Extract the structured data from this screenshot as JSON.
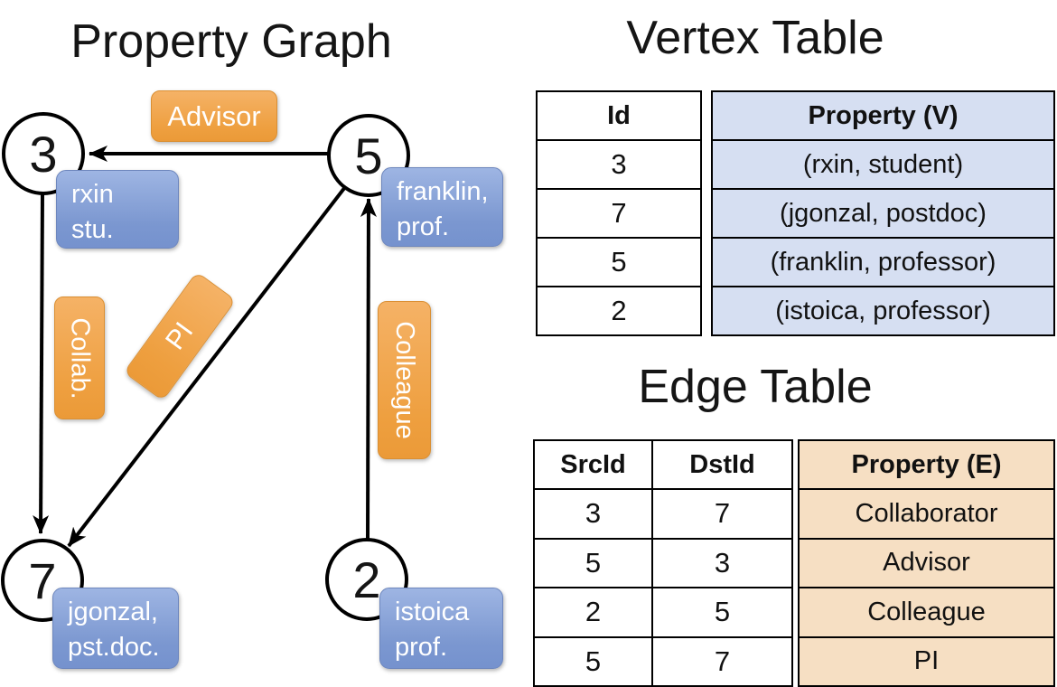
{
  "colors": {
    "vertex_card_fill": "#7b97d0",
    "edge_label_fill": "#ee9f3f",
    "vertex_table_property_bg": "#d6dff2",
    "edge_table_property_bg": "#f6dfc3",
    "line_color": "#000000",
    "card_text": "#ffffff"
  },
  "graph": {
    "title": "Property Graph",
    "nodes": [
      {
        "id": "3",
        "card_line1": "rxin",
        "card_line2": "stu."
      },
      {
        "id": "5",
        "card_line1": "franklin,",
        "card_line2": "prof."
      },
      {
        "id": "7",
        "card_line1": "jgonzal,",
        "card_line2": "pst.doc."
      },
      {
        "id": "2",
        "card_line1": "istoica",
        "card_line2": "prof."
      }
    ],
    "edge_labels": {
      "advisor": "Advisor",
      "collab": "Collab.",
      "pi": "PI",
      "colleague": "Colleague"
    }
  },
  "vertex_table": {
    "title": "Vertex Table",
    "columns": {
      "id": "Id",
      "property": "Property (V)"
    },
    "rows": [
      {
        "id": "3",
        "property": "(rxin, student)"
      },
      {
        "id": "7",
        "property": "(jgonzal, postdoc)"
      },
      {
        "id": "5",
        "property": "(franklin, professor)"
      },
      {
        "id": "2",
        "property": "(istoica, professor)"
      }
    ]
  },
  "edge_table": {
    "title": "Edge Table",
    "columns": {
      "src": "SrcId",
      "dst": "DstId",
      "property": "Property (E)"
    },
    "rows": [
      {
        "src": "3",
        "dst": "7",
        "property": "Collaborator"
      },
      {
        "src": "5",
        "dst": "3",
        "property": "Advisor"
      },
      {
        "src": "2",
        "dst": "5",
        "property": "Colleague"
      },
      {
        "src": "5",
        "dst": "7",
        "property": "PI"
      }
    ]
  }
}
